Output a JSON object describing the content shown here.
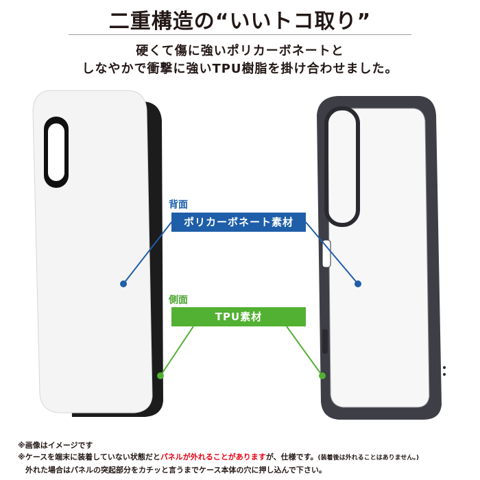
{
  "header": {
    "title": "二重構造の“いいトコ取り”",
    "subtitle_line1": "硬くて傷に強いポリカーボネートと",
    "subtitle_line2": "しなやかで衝撃に強いTPU樹脂を掛け合わせました。"
  },
  "callouts": {
    "back_caption": "背面",
    "back_label": "ポリカーボネート素材",
    "side_caption": "側面",
    "side_label": "TPU素材"
  },
  "notes": {
    "line1": "※画像はイメージです",
    "line2_prefix": "※ケースを端末に装着していない状態だと",
    "line2_red": "パネルが外れることがあります",
    "line2_suffix": "が、仕様です。",
    "line2_small": "(装着後は外れることはありません。)",
    "line3": "　外れた場合はパネルの突起部分をカチッと言うまでケース本体の穴に押し込んで下さい。"
  },
  "colors": {
    "text": "#231815",
    "polycarbonate_blue": "#1f5ea8",
    "tpu_green": "#52b032",
    "note_red": "#e60012",
    "case_black": "#1c1c1c",
    "bumper_gray": "#3e3e46"
  }
}
